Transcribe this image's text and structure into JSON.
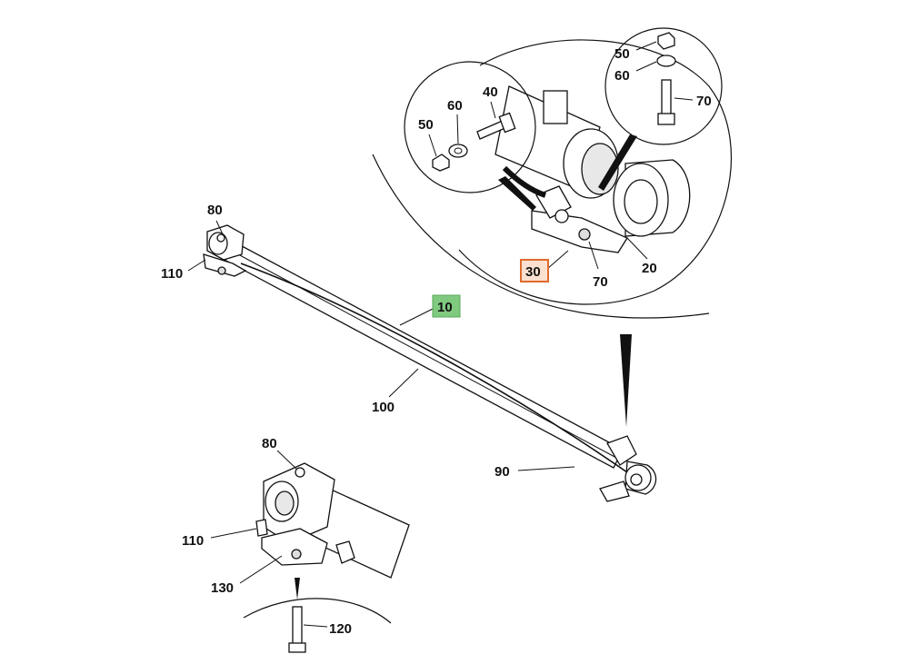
{
  "diagram": {
    "colors": {
      "line": "#111111",
      "highlight_orange_fill": "#fbe0d0",
      "highlight_orange_border": "#e06a2c",
      "highlight_green_fill": "#7fca7f",
      "part_fill": "#ffffff",
      "shade": "#cfcfcf"
    },
    "labels": {
      "l10": "10",
      "l20": "20",
      "l30": "30",
      "l40": "40",
      "l50_top": "50",
      "l60_top": "60",
      "l70_top": "70",
      "l50_left": "50",
      "l60_left": "60",
      "l70_bracket": "70",
      "l80_top": "80",
      "l110_top": "110",
      "l100": "100",
      "l90": "90",
      "l80_bottom": "80",
      "l110_bottom": "110",
      "l130": "130",
      "l120": "120"
    }
  }
}
